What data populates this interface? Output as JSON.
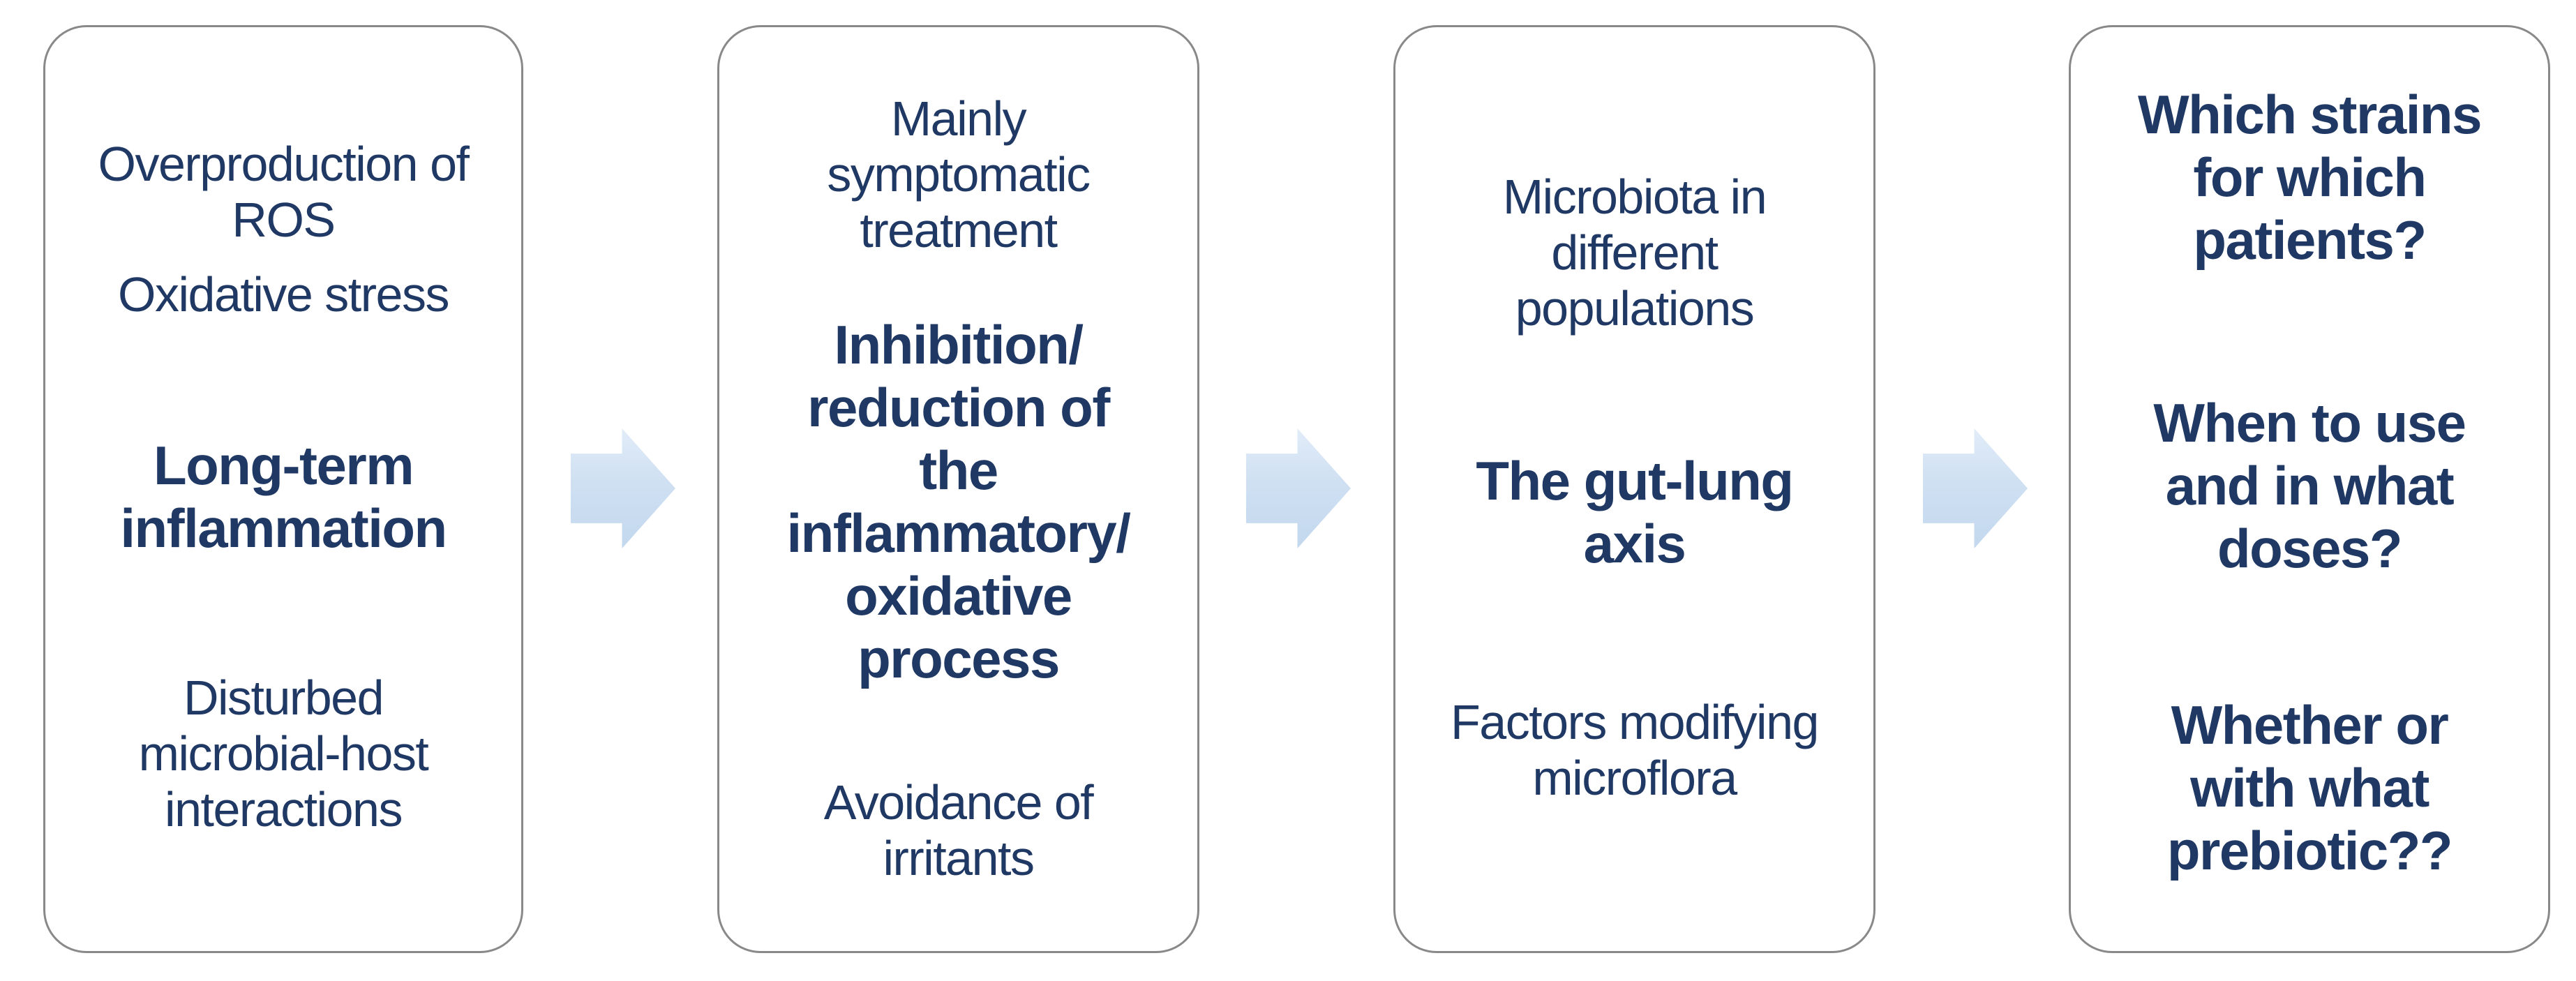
{
  "diagram": {
    "text_color": "#1f3864",
    "border_color": "#898989",
    "arrow_color_top": "#e1ecf8",
    "arrow_color_bottom": "#c3d8ee",
    "boxes": [
      {
        "blocks": [
          {
            "text": "Overproduction of\nROS"
          },
          {
            "text": "Oxidative stress"
          },
          {
            "text": "Long-term\ninflammation"
          },
          {
            "text": "Disturbed\nmicrobial-host\ninteractions"
          }
        ]
      },
      {
        "blocks": [
          {
            "text": "Mainly\nsymptomatic\ntreatment"
          },
          {
            "text": "Inhibition/\nreduction of\nthe\ninflammatory/\noxidative\nprocess"
          },
          {
            "text": "Avoidance of\nirritants"
          }
        ]
      },
      {
        "blocks": [
          {
            "text": "Microbiota in\ndifferent\npopulations"
          },
          {
            "text": "The gut-lung\naxis"
          },
          {
            "text": "Factors modifying\nmicroflora"
          }
        ]
      },
      {
        "blocks": [
          {
            "text": "Which strains\nfor which\npatients?"
          },
          {
            "text": "When to use\nand in what\ndoses?"
          },
          {
            "text": "Whether or\nwith what\nprebiotic??"
          }
        ]
      }
    ]
  }
}
